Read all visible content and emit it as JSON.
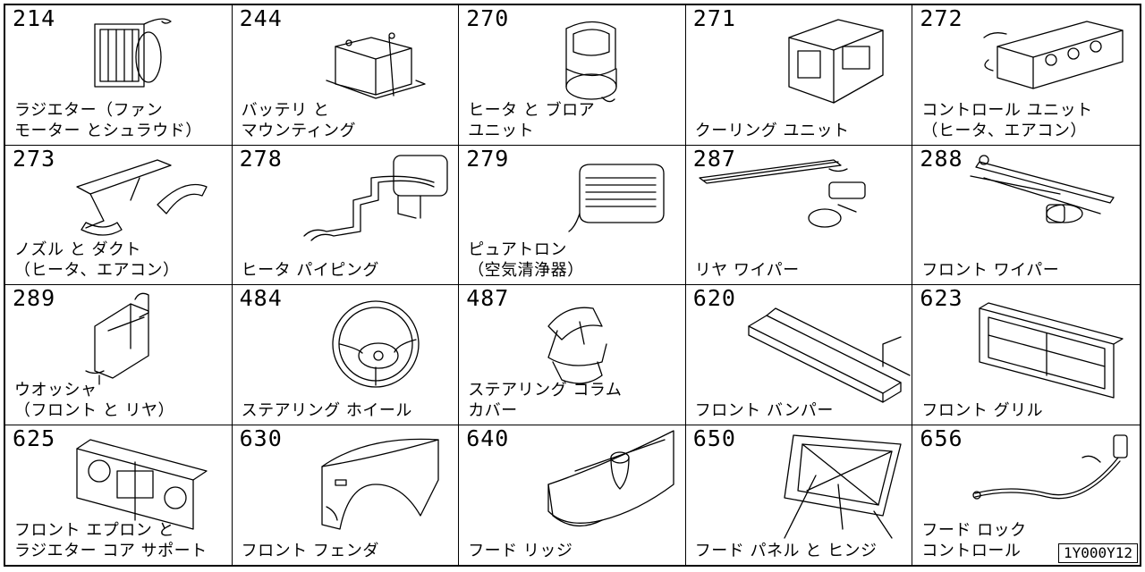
{
  "parts": [
    {
      "num": "214",
      "lines": [
        "ラジエター（ファン",
        "モーター とシュラウド）"
      ],
      "icon": "radiator-icon"
    },
    {
      "num": "244",
      "lines": [
        "バッテリ と",
        "マウンティング"
      ],
      "icon": "battery-icon"
    },
    {
      "num": "270",
      "lines": [
        "ヒータ と ブロア",
        "ユニット"
      ],
      "icon": "heater-blower-icon"
    },
    {
      "num": "271",
      "lines": [
        "クーリング ユニット"
      ],
      "icon": "cooling-unit-icon"
    },
    {
      "num": "272",
      "lines": [
        "コントロール ユニット",
        "（ヒータ、エアコン）"
      ],
      "icon": "control-unit-icon"
    },
    {
      "num": "273",
      "lines": [
        "ノズル と ダクト",
        "（ヒータ、エアコン）"
      ],
      "icon": "nozzle-duct-icon"
    },
    {
      "num": "278",
      "lines": [
        "ヒータ パイピング"
      ],
      "icon": "heater-piping-icon"
    },
    {
      "num": "279",
      "lines": [
        "ピュアトロン",
        "（空気清浄器）"
      ],
      "icon": "air-purifier-icon"
    },
    {
      "num": "287",
      "lines": [
        "リヤ ワイパー"
      ],
      "icon": "rear-wiper-icon"
    },
    {
      "num": "288",
      "lines": [
        "フロント ワイパー"
      ],
      "icon": "front-wiper-icon"
    },
    {
      "num": "289",
      "lines": [
        "ウオッシャ",
        "（フロント と リヤ）"
      ],
      "icon": "washer-tank-icon"
    },
    {
      "num": "484",
      "lines": [
        "ステアリング ホイール"
      ],
      "icon": "steering-wheel-icon"
    },
    {
      "num": "487",
      "lines": [
        "ステアリング コラム",
        "カバー"
      ],
      "icon": "column-cover-icon"
    },
    {
      "num": "620",
      "lines": [
        "フロント バンパー"
      ],
      "icon": "front-bumper-icon"
    },
    {
      "num": "623",
      "lines": [
        "フロント グリル"
      ],
      "icon": "front-grille-icon"
    },
    {
      "num": "625",
      "lines": [
        "フロント エプロン と",
        "ラジエター コア サポート"
      ],
      "icon": "front-apron-icon"
    },
    {
      "num": "630",
      "lines": [
        "フロント フェンダ"
      ],
      "icon": "front-fender-icon"
    },
    {
      "num": "640",
      "lines": [
        "フード リッジ"
      ],
      "icon": "hood-ledge-icon"
    },
    {
      "num": "650",
      "lines": [
        "フード パネル と ヒンジ"
      ],
      "icon": "hood-panel-icon"
    },
    {
      "num": "656",
      "lines": [
        "フード ロック",
        "コントロール"
      ],
      "icon": "hood-lock-cable-icon"
    }
  ],
  "diagram_code": "1Y000Y12"
}
